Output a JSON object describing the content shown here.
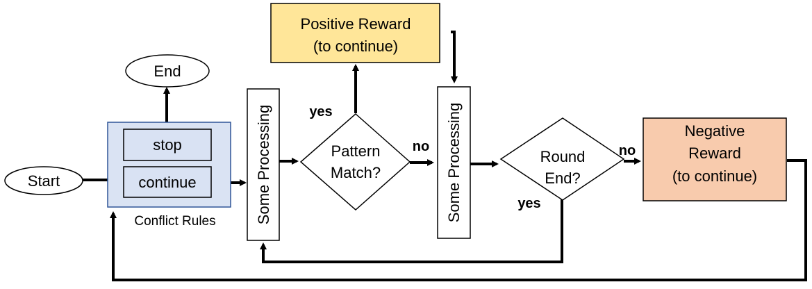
{
  "nodes": {
    "start": "Start",
    "end": "End",
    "stop": "stop",
    "continue": "continue",
    "conflict_rules": "Conflict Rules",
    "processing_1": "Some Processing",
    "processing_2": "Some Processing",
    "pattern_match": [
      "Pattern",
      "Match?"
    ],
    "round_end": [
      "Round",
      "End?"
    ],
    "positive_reward": [
      "Positive Reward",
      "(to continue)"
    ],
    "negative_reward": [
      "Negative",
      "Reward",
      "(to continue)"
    ]
  },
  "edge_labels": {
    "pattern_yes": "yes",
    "pattern_no": "no",
    "round_no": "no",
    "round_yes": "yes"
  },
  "colors": {
    "conflict_box_fill": "#dae3f3",
    "conflict_box_stroke": "#2f5597",
    "rule_box_fill": "#d9e2f3",
    "positive_fill": "#ffe699",
    "negative_fill": "#f8cbad",
    "stroke": "#000000"
  }
}
